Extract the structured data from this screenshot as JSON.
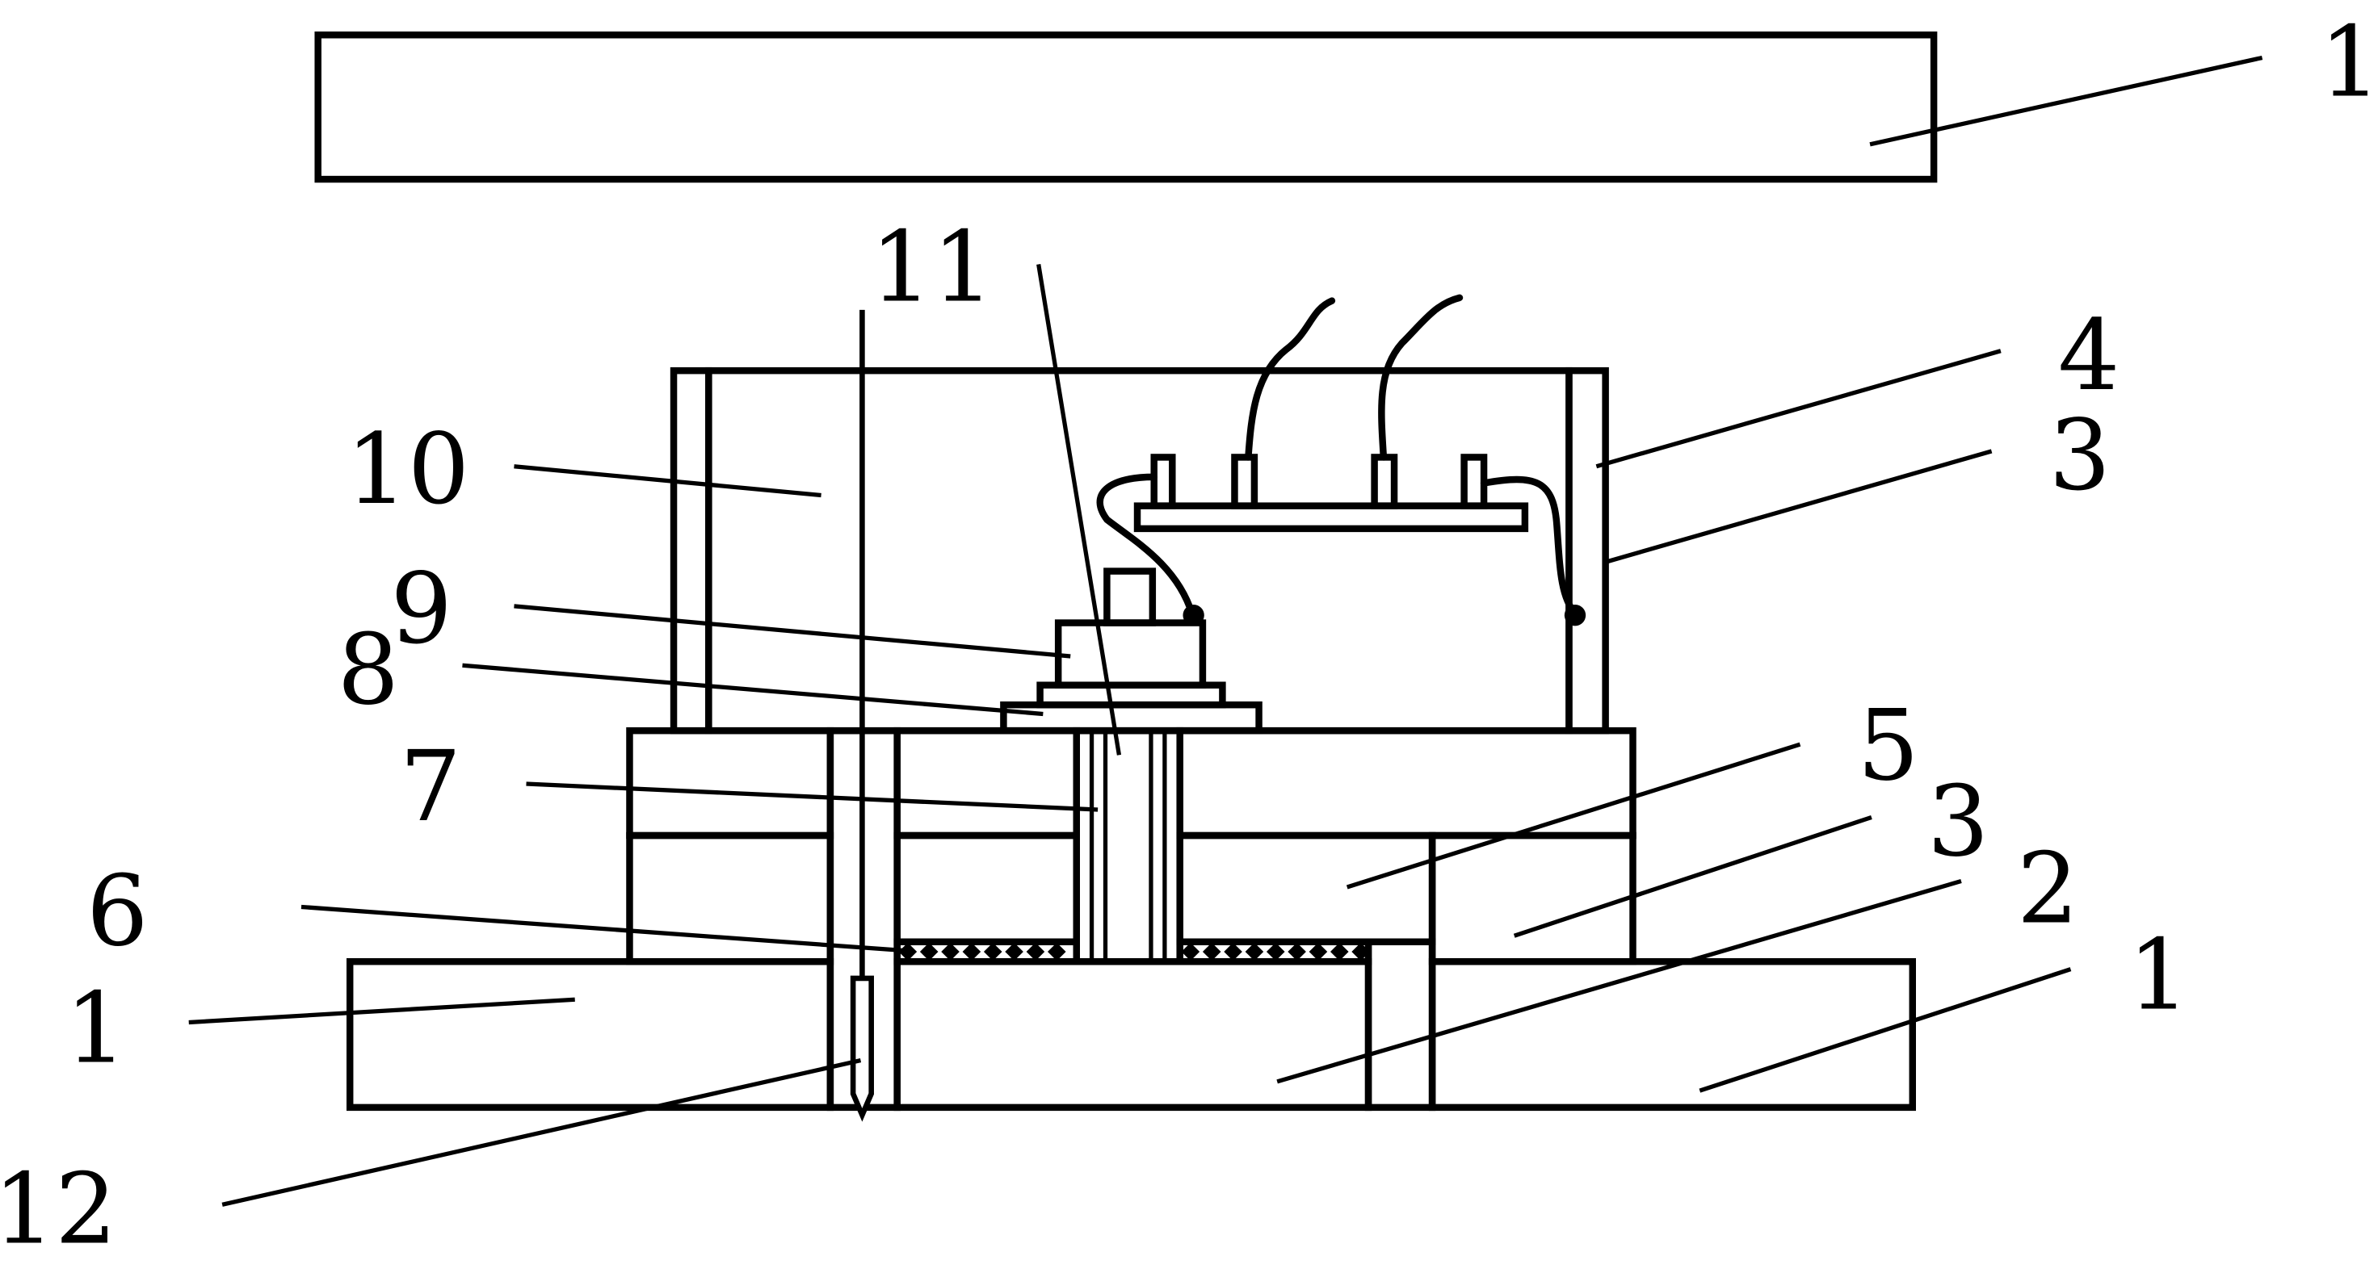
{
  "figure": {
    "labels": {
      "l1_top": "1",
      "l11": "11",
      "l4": "4",
      "l3_upper": "3",
      "l10": "10",
      "l9": "9",
      "l8": "8",
      "l7": "7",
      "l5": "5",
      "l3_lower": "3",
      "l2": "2",
      "l6": "6",
      "l1_right": "1",
      "l1_left": "1",
      "l12": "12"
    }
  }
}
